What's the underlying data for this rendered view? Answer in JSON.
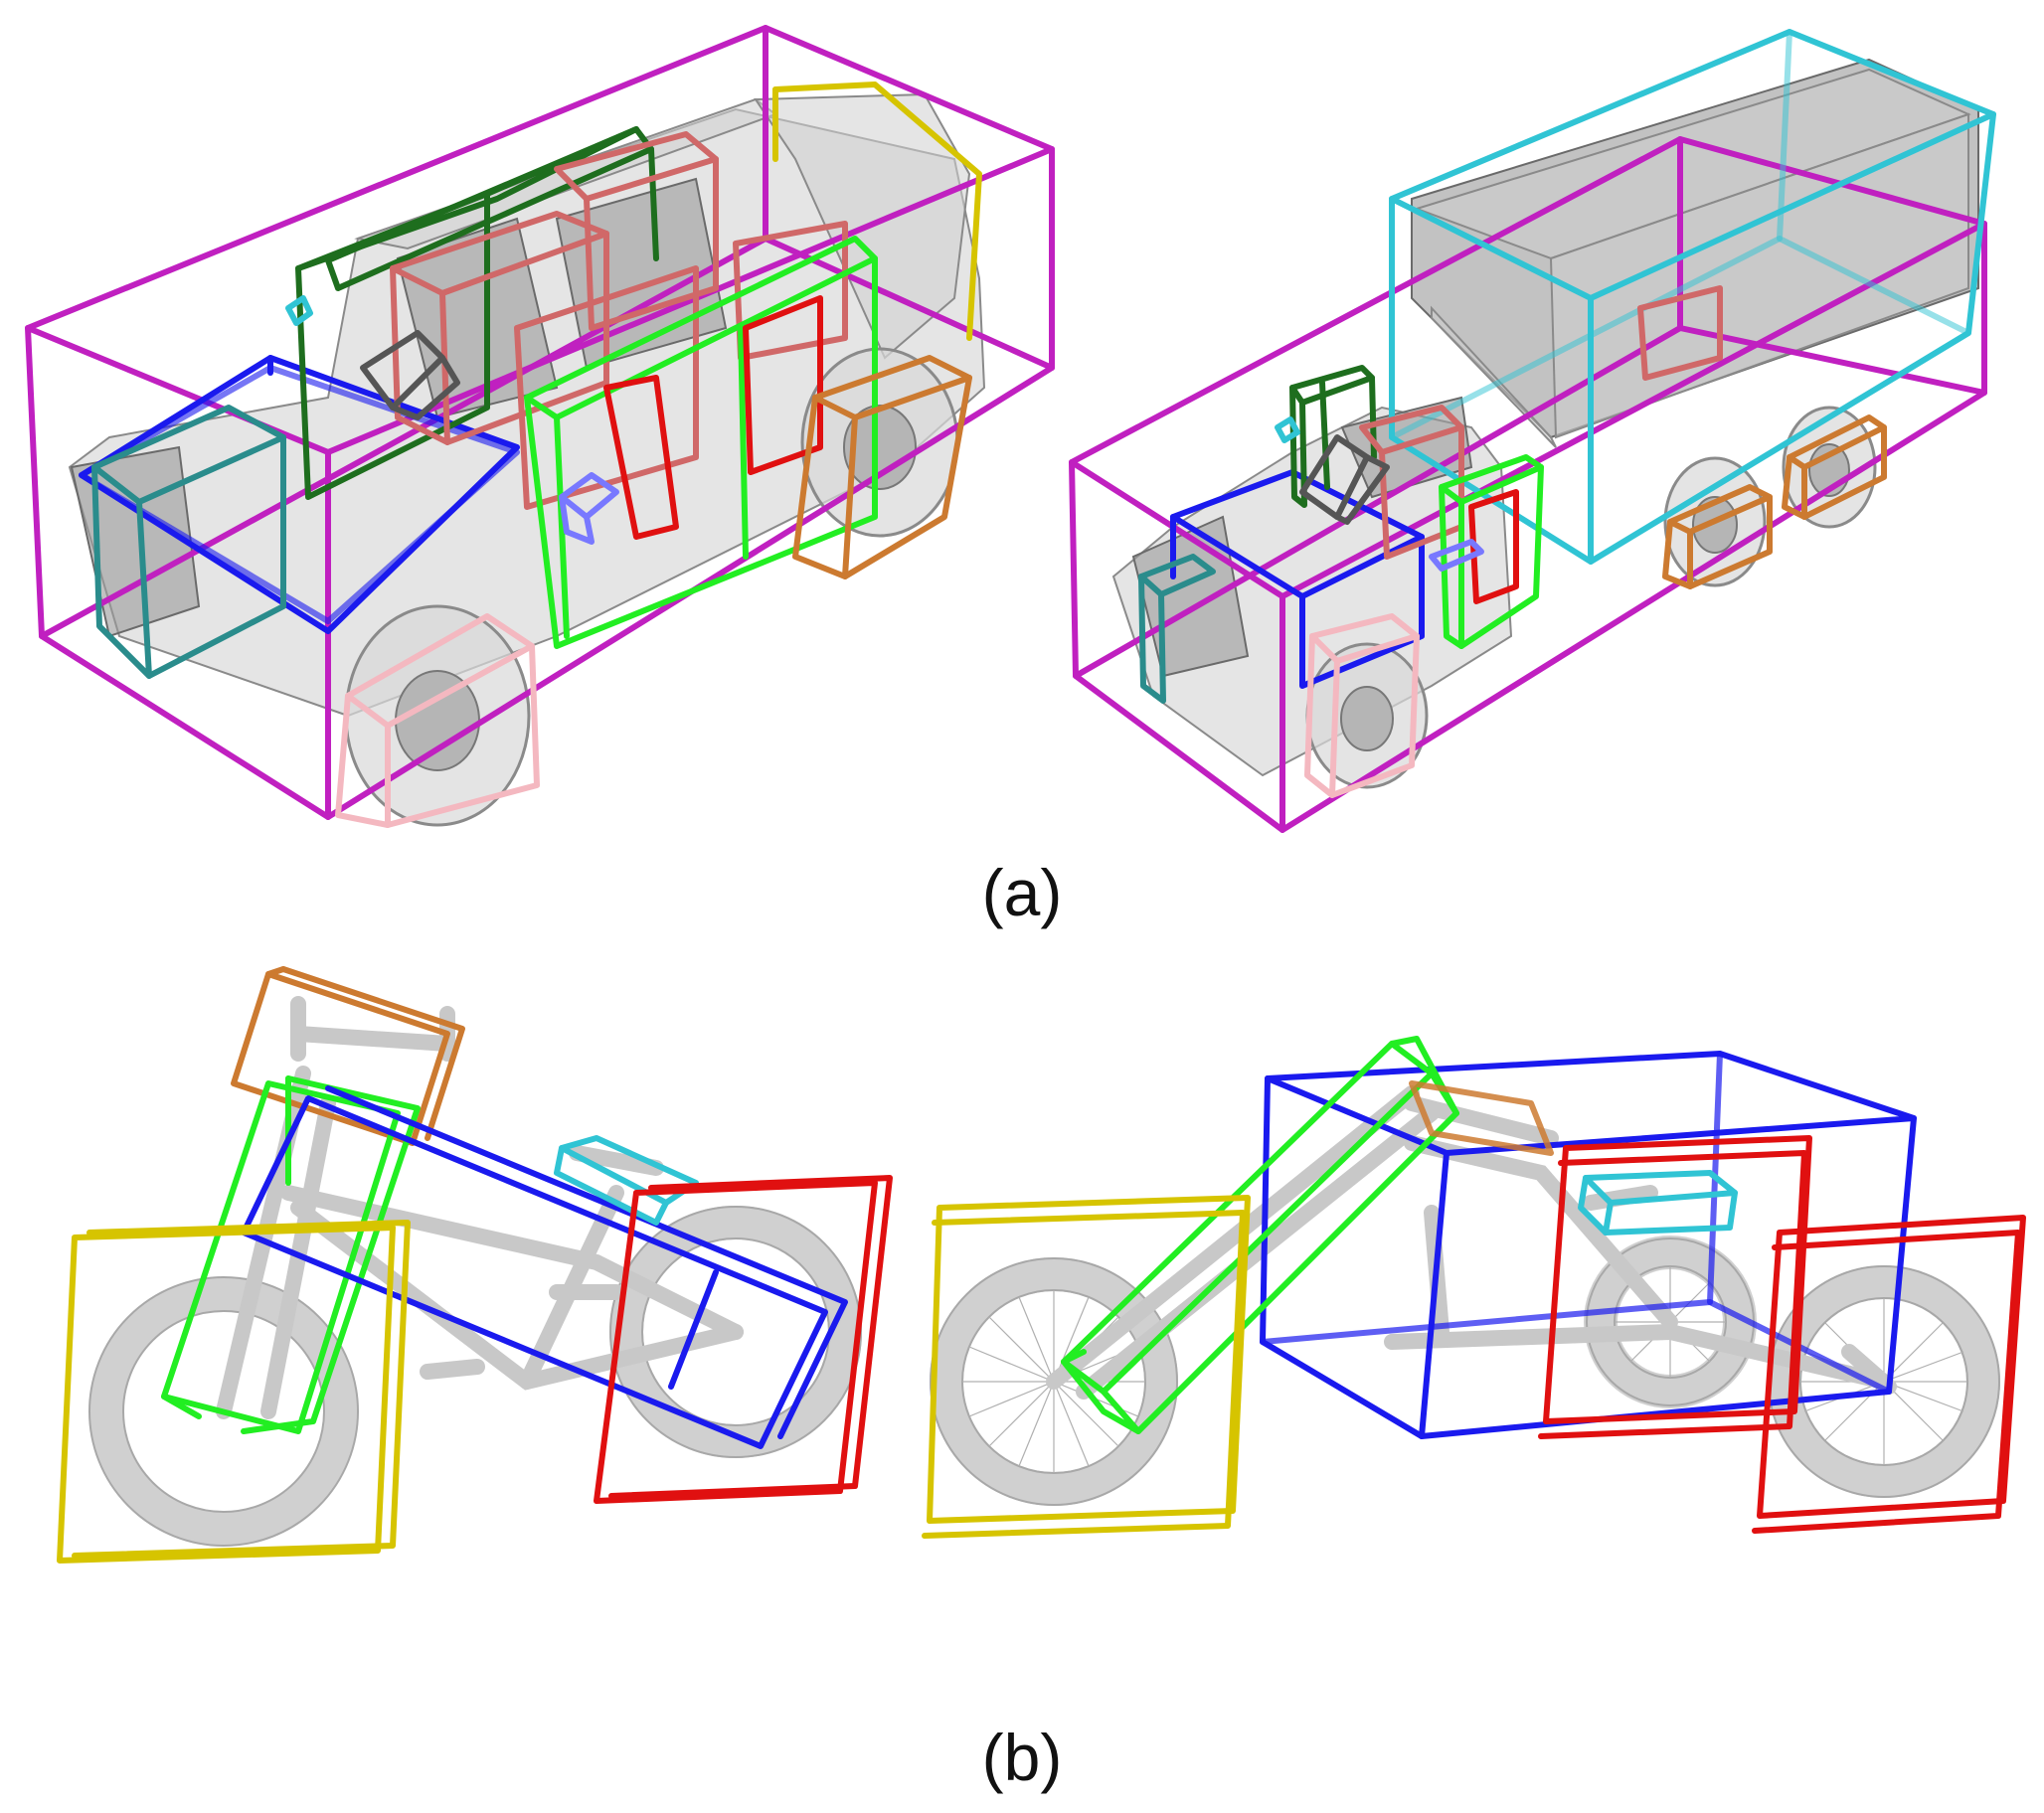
{
  "figure": {
    "panels": [
      {
        "id": "a",
        "caption": "(a)",
        "subject": "vehicles",
        "items": [
          "suv-model",
          "box-truck-model"
        ]
      },
      {
        "id": "b",
        "caption": "(b)",
        "subject": "bicycles",
        "items": [
          "bmx-bicycle-model",
          "chopper-bicycle-model"
        ]
      }
    ]
  },
  "colors": {
    "magenta": "#c020c0",
    "blue": "#1a1aee",
    "green": "#22ee22",
    "dark_green": "#1e6e1e",
    "red": "#e01010",
    "rose": "#d06868",
    "yellow": "#d6c400",
    "orange": "#cc7a30",
    "pink": "#f4b8c0",
    "teal": "#2a8c8c",
    "cyan": "#30c4d4",
    "dark_gray": "#555555",
    "light_blue": "#7878ff"
  }
}
